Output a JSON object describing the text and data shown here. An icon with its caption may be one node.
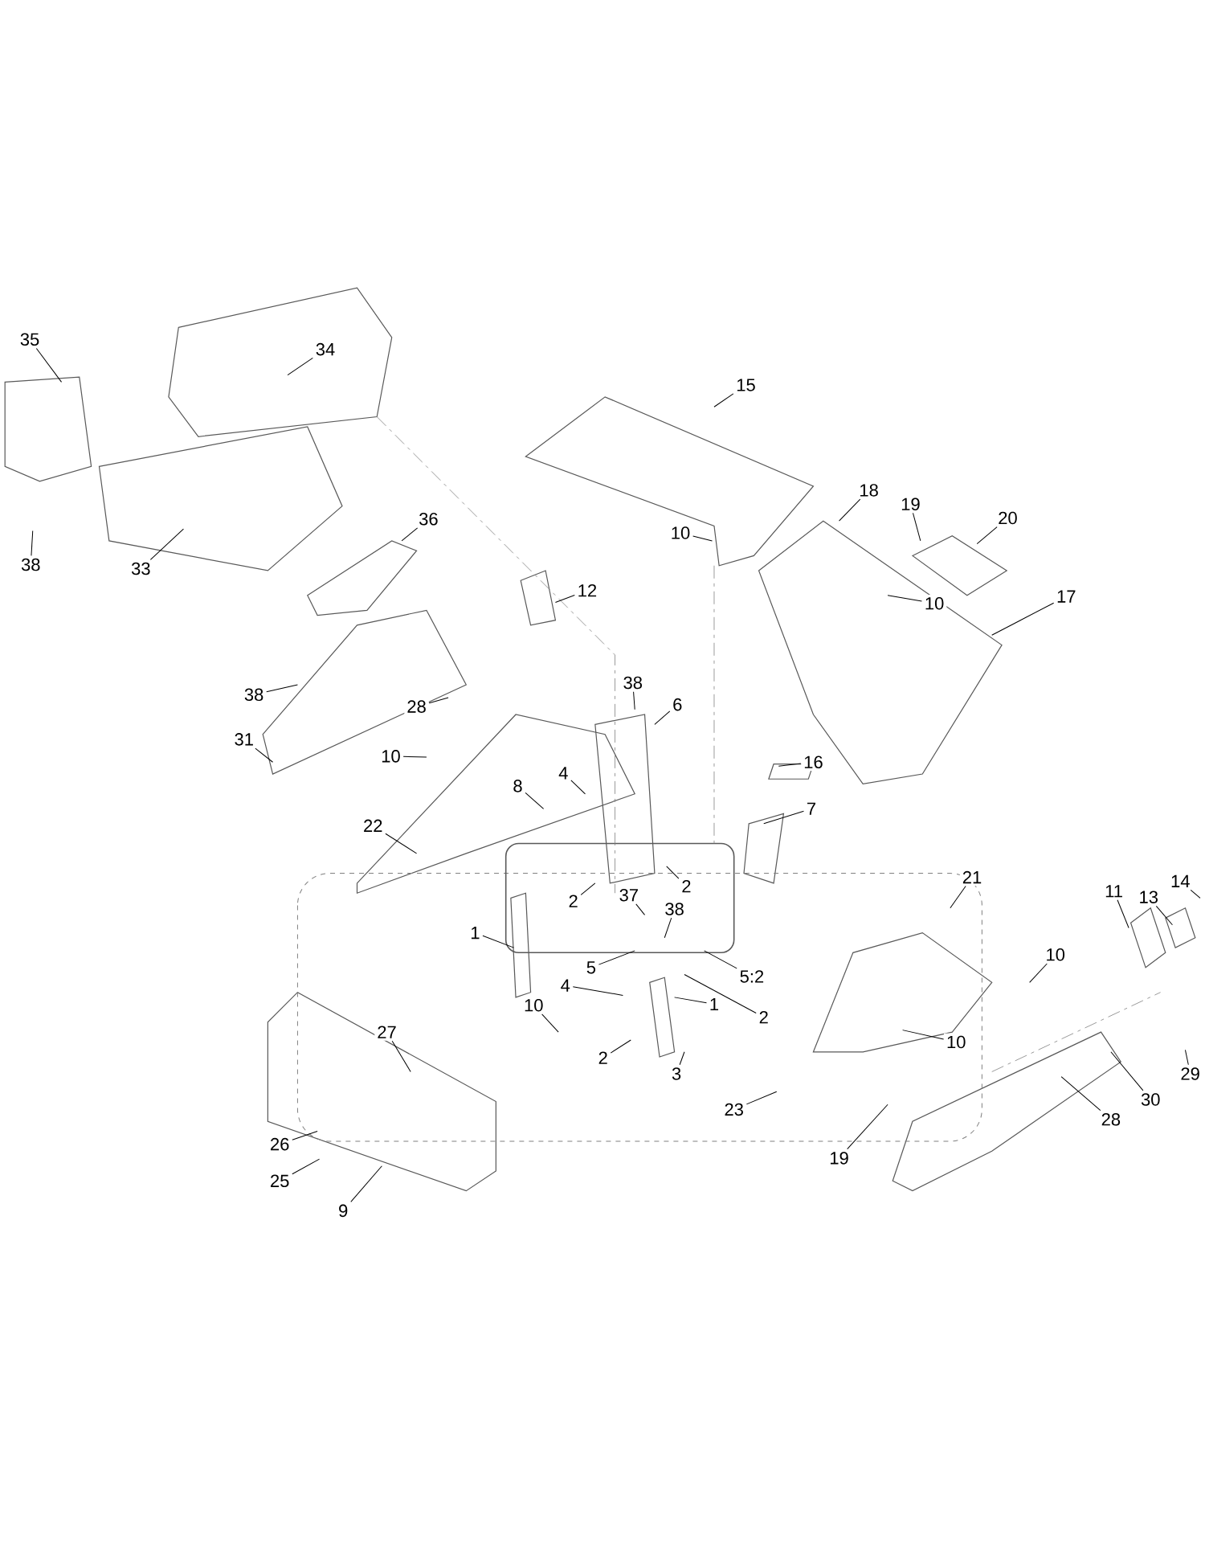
{
  "diagram": {
    "nodes": [
      {
        "text": [
          "35"
        ]
      },
      {
        "text": [
          "34"
        ]
      },
      {
        "text": [
          "15"
        ]
      },
      {
        "text": [
          "18"
        ]
      },
      {
        "text": [
          "19"
        ]
      },
      {
        "text": [
          "20"
        ]
      },
      {
        "text": [
          "10"
        ]
      },
      {
        "text": [
          "38"
        ]
      },
      {
        "text": [
          "33"
        ]
      },
      {
        "text": [
          "36"
        ]
      },
      {
        "text": [
          "10"
        ]
      },
      {
        "text": [
          "17"
        ]
      },
      {
        "text": [
          "12"
        ]
      },
      {
        "text": [
          "38"
        ]
      },
      {
        "text": [
          "28"
        ]
      },
      {
        "text": [
          "38"
        ]
      },
      {
        "text": [
          "6"
        ]
      },
      {
        "text": [
          "31"
        ]
      },
      {
        "text": [
          "10"
        ]
      },
      {
        "text": [
          "8"
        ]
      },
      {
        "text": [
          "4"
        ]
      },
      {
        "text": [
          "16"
        ]
      },
      {
        "text": [
          "7"
        ]
      },
      {
        "text": [
          "22"
        ]
      },
      {
        "text": [
          "2"
        ]
      },
      {
        "text": [
          "2"
        ]
      },
      {
        "text": [
          "21"
        ]
      },
      {
        "text": [
          "14"
        ]
      },
      {
        "text": [
          "13"
        ]
      },
      {
        "text": [
          "11"
        ]
      },
      {
        "text": [
          "37"
        ]
      },
      {
        "text": [
          "38"
        ]
      },
      {
        "text": [
          "1"
        ]
      },
      {
        "text": [
          "5"
        ]
      },
      {
        "text": [
          "5:2"
        ]
      },
      {
        "text": [
          "10"
        ]
      },
      {
        "text": [
          "4"
        ]
      },
      {
        "text": [
          "1"
        ]
      },
      {
        "text": [
          "2"
        ]
      },
      {
        "text": [
          "27"
        ]
      },
      {
        "text": [
          "10"
        ]
      },
      {
        "text": [
          "10"
        ]
      },
      {
        "text": [
          "2"
        ]
      },
      {
        "text": [
          "29"
        ]
      },
      {
        "text": [
          "3"
        ]
      },
      {
        "text": [
          "23"
        ]
      },
      {
        "text": [
          "28"
        ]
      },
      {
        "text": [
          "30"
        ]
      },
      {
        "text": [
          "26"
        ]
      },
      {
        "text": [
          "25"
        ]
      },
      {
        "text": [
          "19"
        ]
      },
      {
        "text": [
          "9"
        ]
      }
    ],
    "edges": [
      {
        "from": 0,
        "to": null,
        "arrow": "none"
      },
      {
        "from": 1,
        "to": null,
        "arrow": "none"
      },
      {
        "from": 2,
        "to": null,
        "arrow": "none"
      },
      {
        "from": 3,
        "to": null,
        "arrow": "none"
      },
      {
        "from": 4,
        "to": null,
        "arrow": "none"
      },
      {
        "from": 5,
        "to": null,
        "arrow": "none"
      },
      {
        "from": 6,
        "to": null,
        "arrow": "none"
      },
      {
        "from": 7,
        "to": null,
        "arrow": "none"
      },
      {
        "from": 8,
        "to": null,
        "arrow": "none"
      },
      {
        "from": 9,
        "to": null,
        "arrow": "none"
      },
      {
        "from": 10,
        "to": null,
        "arrow": "none"
      },
      {
        "from": 11,
        "to": null,
        "arrow": "none"
      },
      {
        "from": 12,
        "to": null,
        "arrow": "none"
      },
      {
        "from": 13,
        "to": null,
        "arrow": "none"
      },
      {
        "from": 14,
        "to": null,
        "arrow": "none"
      },
      {
        "from": 15,
        "to": null,
        "arrow": "none"
      },
      {
        "from": 16,
        "to": null,
        "arrow": "none"
      },
      {
        "from": 17,
        "to": null,
        "arrow": "none"
      },
      {
        "from": 18,
        "to": null,
        "arrow": "none"
      },
      {
        "from": 19,
        "to": null,
        "arrow": "none"
      },
      {
        "from": 20,
        "to": null,
        "arrow": "none"
      },
      {
        "from": 21,
        "to": null,
        "arrow": "none"
      },
      {
        "from": 22,
        "to": null,
        "arrow": "none"
      },
      {
        "from": 23,
        "to": null,
        "arrow": "none"
      },
      {
        "from": 24,
        "to": null,
        "arrow": "none"
      },
      {
        "from": 25,
        "to": null,
        "arrow": "none"
      },
      {
        "from": 26,
        "to": null,
        "arrow": "none"
      },
      {
        "from": 27,
        "to": null,
        "arrow": "none"
      },
      {
        "from": 28,
        "to": null,
        "arrow": "none"
      },
      {
        "from": 29,
        "to": null,
        "arrow": "none"
      },
      {
        "from": 30,
        "to": null,
        "arrow": "none"
      },
      {
        "from": 31,
        "to": null,
        "arrow": "none"
      },
      {
        "from": 32,
        "to": null,
        "arrow": "none"
      },
      {
        "from": 33,
        "to": null,
        "arrow": "none"
      },
      {
        "from": 34,
        "to": null,
        "arrow": "none"
      },
      {
        "from": 35,
        "to": null,
        "arrow": "none"
      },
      {
        "from": 36,
        "to": null,
        "arrow": "none"
      },
      {
        "from": 37,
        "to": null,
        "arrow": "none"
      },
      {
        "from": 38,
        "to": null,
        "arrow": "none"
      },
      {
        "from": 39,
        "to": null,
        "arrow": "none"
      },
      {
        "from": 40,
        "to": null,
        "arrow": "none"
      },
      {
        "from": 41,
        "to": null,
        "arrow": "none"
      },
      {
        "from": 42,
        "to": null,
        "arrow": "none"
      },
      {
        "from": 43,
        "to": null,
        "arrow": "none"
      },
      {
        "from": 44,
        "to": null,
        "arrow": "none"
      },
      {
        "from": 45,
        "to": null,
        "arrow": "none"
      },
      {
        "from": 46,
        "to": null,
        "arrow": "none"
      },
      {
        "from": 47,
        "to": null,
        "arrow": "none"
      },
      {
        "from": 48,
        "to": null,
        "arrow": "none"
      },
      {
        "from": 49,
        "to": null,
        "arrow": "none"
      },
      {
        "from": 50,
        "to": null,
        "arrow": "none"
      },
      {
        "from": 51,
        "to": null,
        "arrow": "none"
      }
    ]
  }
}
